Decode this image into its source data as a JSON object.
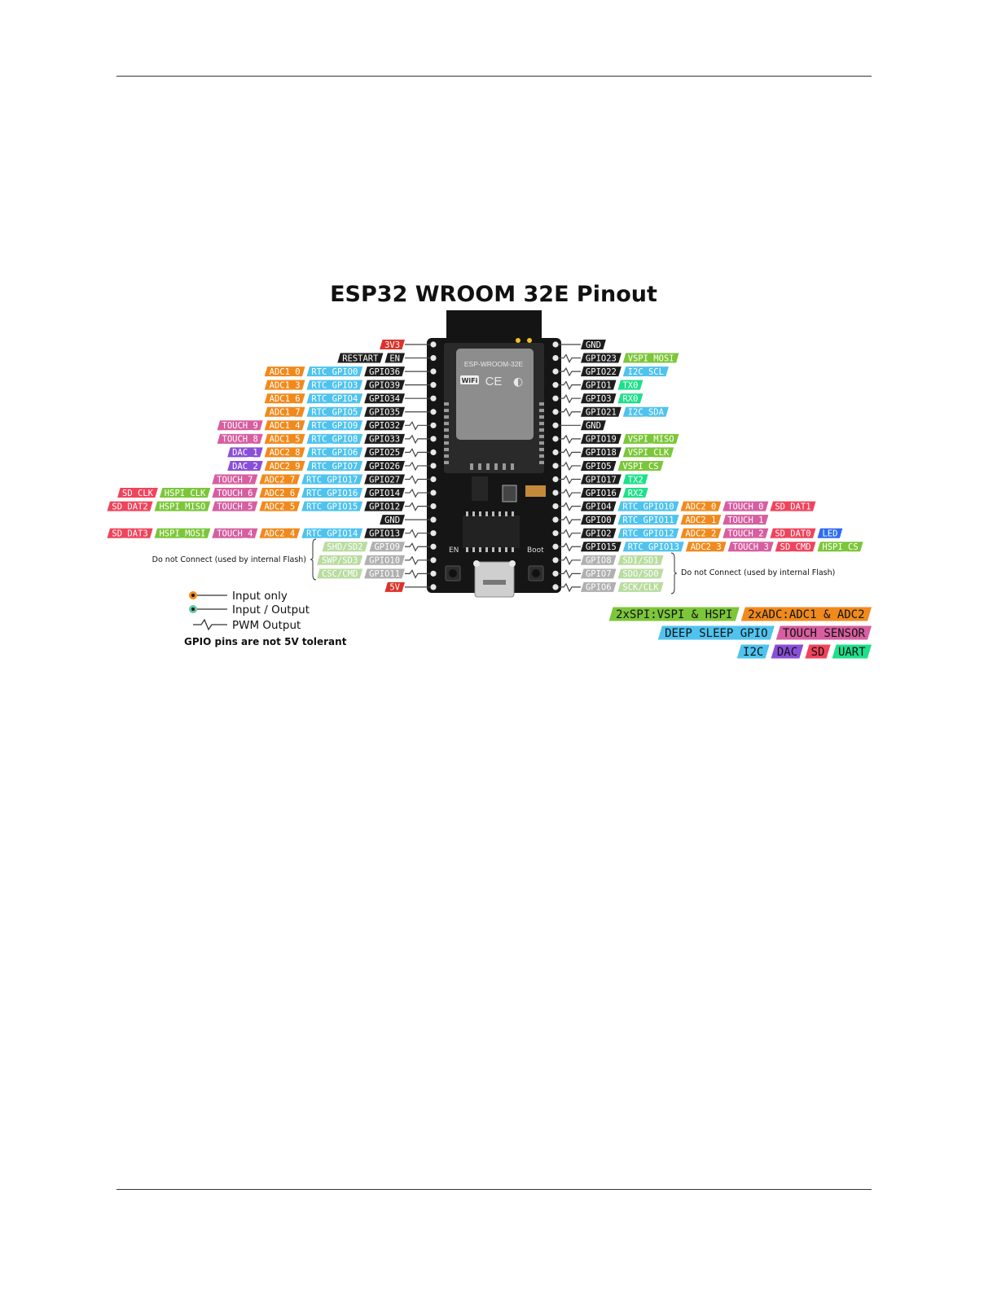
{
  "title": "ESP32 WROOM 32E Pinout",
  "colors": {
    "red": "#d9342b",
    "black": "#1e1e1e",
    "orange": "#f08a1d",
    "cyan": "#4fc3ee",
    "pink": "#d75ea0",
    "purple": "#8a4fd8",
    "green": "#7cc63a",
    "sdred": "#f0445c",
    "uart": "#1ee08a",
    "blue": "#2e6df0",
    "grey": "#b0b0b0",
    "lightgreen": "#b9dca0",
    "pcb": "#151515",
    "shield": "#8d8d8d"
  },
  "board": {
    "module_label": "ESP-WROOM-32E",
    "wifi_label": "WiFi",
    "ce_label": "CE",
    "en_label": "EN",
    "boot_label": "Boot"
  },
  "pins": {
    "left": [
      {
        "io": "none",
        "tags": [
          {
            "t": "3V3",
            "c": "red"
          }
        ]
      },
      {
        "io": "none",
        "tags": [
          {
            "t": "RESTART",
            "c": "black"
          },
          {
            "t": "EN",
            "c": "black"
          }
        ]
      },
      {
        "io": "none",
        "tags": [
          {
            "t": "ADC1_0",
            "c": "orange"
          },
          {
            "t": "RTC_GPIO0",
            "c": "cyan"
          },
          {
            "t": "GPIO36",
            "c": "black"
          }
        ]
      },
      {
        "io": "none",
        "tags": [
          {
            "t": "ADC1_3",
            "c": "orange"
          },
          {
            "t": "RTC_GPIO3",
            "c": "cyan"
          },
          {
            "t": "GPIO39",
            "c": "black"
          }
        ]
      },
      {
        "io": "none",
        "tags": [
          {
            "t": "ADC1_6",
            "c": "orange"
          },
          {
            "t": "RTC_GPIO4",
            "c": "cyan"
          },
          {
            "t": "GPIO34",
            "c": "black"
          }
        ]
      },
      {
        "io": "none",
        "tags": [
          {
            "t": "ADC1_7",
            "c": "orange"
          },
          {
            "t": "RTC_GPIO5",
            "c": "cyan"
          },
          {
            "t": "GPIO35",
            "c": "black"
          }
        ]
      },
      {
        "io": "pwm",
        "tags": [
          {
            "t": "TOUCH_9",
            "c": "pink"
          },
          {
            "t": "ADC1_4",
            "c": "orange"
          },
          {
            "t": "RTC_GPIO9",
            "c": "cyan"
          },
          {
            "t": "GPIO32",
            "c": "black"
          }
        ]
      },
      {
        "io": "pwm",
        "tags": [
          {
            "t": "TOUCH_8",
            "c": "pink"
          },
          {
            "t": "ADC1_5",
            "c": "orange"
          },
          {
            "t": "RTC_GPIO8",
            "c": "cyan"
          },
          {
            "t": "GPIO33",
            "c": "black"
          }
        ]
      },
      {
        "io": "pwm",
        "tags": [
          {
            "t": "DAC_1",
            "c": "purple"
          },
          {
            "t": "ADC2_8",
            "c": "orange"
          },
          {
            "t": "RTC_GPIO6",
            "c": "cyan"
          },
          {
            "t": "GPIO25",
            "c": "black"
          }
        ]
      },
      {
        "io": "pwm",
        "tags": [
          {
            "t": "DAC_2",
            "c": "purple"
          },
          {
            "t": "ADC2_9",
            "c": "orange"
          },
          {
            "t": "RTC_GPIO7",
            "c": "cyan"
          },
          {
            "t": "GPIO26",
            "c": "black"
          }
        ]
      },
      {
        "io": "pwm",
        "tags": [
          {
            "t": "TOUCH_7",
            "c": "pink"
          },
          {
            "t": "ADC2_7",
            "c": "orange"
          },
          {
            "t": "RTC_GPIO17",
            "c": "cyan"
          },
          {
            "t": "GPIO27",
            "c": "black"
          }
        ]
      },
      {
        "io": "pwm",
        "tags": [
          {
            "t": "SD_CLK",
            "c": "sdred"
          },
          {
            "t": "HSPI_CLK",
            "c": "green"
          },
          {
            "t": "TOUCH_6",
            "c": "pink"
          },
          {
            "t": "ADC2_6",
            "c": "orange"
          },
          {
            "t": "RTC_GPIO16",
            "c": "cyan"
          },
          {
            "t": "GPIO14",
            "c": "black"
          }
        ]
      },
      {
        "io": "pwm",
        "tags": [
          {
            "t": "SD_DAT2",
            "c": "sdred"
          },
          {
            "t": "HSPI_MISO",
            "c": "green"
          },
          {
            "t": "TOUCH_5",
            "c": "pink"
          },
          {
            "t": "ADC2_5",
            "c": "orange"
          },
          {
            "t": "RTC_GPIO15",
            "c": "cyan"
          },
          {
            "t": "GPIO12",
            "c": "black"
          }
        ]
      },
      {
        "io": "none",
        "tags": [
          {
            "t": "GND",
            "c": "black"
          }
        ]
      },
      {
        "io": "pwm",
        "tags": [
          {
            "t": "SD_DAT3",
            "c": "sdred"
          },
          {
            "t": "HSPI_MOSI",
            "c": "green"
          },
          {
            "t": "TOUCH_4",
            "c": "pink"
          },
          {
            "t": "ADC2_4",
            "c": "orange"
          },
          {
            "t": "RTC_GPIO14",
            "c": "cyan"
          },
          {
            "t": "GPIO13",
            "c": "black"
          }
        ]
      },
      {
        "io": "pwm",
        "dim": true,
        "tags": [
          {
            "t": "SHD/SD2",
            "c": "lightgreen"
          },
          {
            "t": "GPIO9",
            "c": "grey"
          }
        ]
      },
      {
        "io": "pwm",
        "dim": true,
        "tags": [
          {
            "t": "SWP/SD3",
            "c": "lightgreen"
          },
          {
            "t": "GPIO10",
            "c": "grey"
          }
        ]
      },
      {
        "io": "pwm",
        "dim": true,
        "tags": [
          {
            "t": "CSC/CMD",
            "c": "lightgreen"
          },
          {
            "t": "GPIO11",
            "c": "grey"
          }
        ]
      },
      {
        "io": "none",
        "tags": [
          {
            "t": "5V",
            "c": "red"
          }
        ]
      }
    ],
    "right": [
      {
        "io": "none",
        "tags": [
          {
            "t": "GND",
            "c": "black"
          }
        ]
      },
      {
        "io": "pwm",
        "tags": [
          {
            "t": "GPIO23",
            "c": "black"
          },
          {
            "t": "VSPI_MOSI",
            "c": "green"
          }
        ]
      },
      {
        "io": "pwm",
        "tags": [
          {
            "t": "GPIO22",
            "c": "black"
          },
          {
            "t": "I2C_SCL",
            "c": "cyan"
          }
        ]
      },
      {
        "io": "pwm",
        "tags": [
          {
            "t": "GPIO1",
            "c": "black"
          },
          {
            "t": "TX0",
            "c": "uart"
          }
        ]
      },
      {
        "io": "pwm",
        "tags": [
          {
            "t": "GPIO3",
            "c": "black"
          },
          {
            "t": "RX0",
            "c": "uart"
          }
        ]
      },
      {
        "io": "pwm",
        "tags": [
          {
            "t": "GPIO21",
            "c": "black"
          },
          {
            "t": "I2C_SDA",
            "c": "cyan"
          }
        ]
      },
      {
        "io": "none",
        "tags": [
          {
            "t": "GND",
            "c": "black"
          }
        ]
      },
      {
        "io": "pwm",
        "tags": [
          {
            "t": "GPIO19",
            "c": "black"
          },
          {
            "t": "VSPI_MISO",
            "c": "green"
          }
        ]
      },
      {
        "io": "pwm",
        "tags": [
          {
            "t": "GPIO18",
            "c": "black"
          },
          {
            "t": "VSPI_CLK",
            "c": "green"
          }
        ]
      },
      {
        "io": "pwm",
        "tags": [
          {
            "t": "GPIO5",
            "c": "black"
          },
          {
            "t": "VSPI_CS",
            "c": "green"
          }
        ]
      },
      {
        "io": "pwm",
        "tags": [
          {
            "t": "GPIO17",
            "c": "black"
          },
          {
            "t": "TX2",
            "c": "uart"
          }
        ]
      },
      {
        "io": "pwm",
        "tags": [
          {
            "t": "GPIO16",
            "c": "black"
          },
          {
            "t": "RX2",
            "c": "uart"
          }
        ]
      },
      {
        "io": "pwm",
        "tags": [
          {
            "t": "GPIO4",
            "c": "black"
          },
          {
            "t": "RTC_GPIO10",
            "c": "cyan"
          },
          {
            "t": "ADC2_0",
            "c": "orange"
          },
          {
            "t": "TOUCH_0",
            "c": "pink"
          },
          {
            "t": "SD_DAT1",
            "c": "sdred"
          }
        ]
      },
      {
        "io": "pwm",
        "tags": [
          {
            "t": "GPIO0",
            "c": "black"
          },
          {
            "t": "RTC_GPIO11",
            "c": "cyan"
          },
          {
            "t": "ADC2_1",
            "c": "orange"
          },
          {
            "t": "TOUCH_1",
            "c": "pink"
          }
        ]
      },
      {
        "io": "pwm",
        "tags": [
          {
            "t": "GPIO2",
            "c": "black"
          },
          {
            "t": "RTC_GPIO12",
            "c": "cyan"
          },
          {
            "t": "ADC2_2",
            "c": "orange"
          },
          {
            "t": "TOUCH_2",
            "c": "pink"
          },
          {
            "t": "SD_DAT0",
            "c": "sdred"
          },
          {
            "t": "LED",
            "c": "blue"
          }
        ]
      },
      {
        "io": "pwm",
        "tags": [
          {
            "t": "GPIO15",
            "c": "black"
          },
          {
            "t": "RTC_GPIO13",
            "c": "cyan"
          },
          {
            "t": "ADC2_3",
            "c": "orange"
          },
          {
            "t": "TOUCH_3",
            "c": "pink"
          },
          {
            "t": "SD_CMD",
            "c": "sdred"
          },
          {
            "t": "HSPI_CS",
            "c": "green"
          }
        ]
      },
      {
        "io": "pwm",
        "dim": true,
        "tags": [
          {
            "t": "GPIO8",
            "c": "grey"
          },
          {
            "t": "SDI/SD1",
            "c": "lightgreen"
          }
        ]
      },
      {
        "io": "pwm",
        "dim": true,
        "tags": [
          {
            "t": "GPIO7",
            "c": "grey"
          },
          {
            "t": "SDO/SD0",
            "c": "lightgreen"
          }
        ]
      },
      {
        "io": "pwm",
        "dim": true,
        "tags": [
          {
            "t": "GPIO6",
            "c": "grey"
          },
          {
            "t": "SCK/CLK",
            "c": "lightgreen"
          }
        ]
      }
    ]
  },
  "notes": {
    "left_flash": "Do not Connect (used by internal Flash)",
    "right_flash": "Do not Connect (used by internal Flash)"
  },
  "legend": {
    "input_only": "Input only",
    "input_output": "Input / Output",
    "pwm_output": "PWM Output",
    "warning": "GPIO pins are not 5V tolerant"
  },
  "categories": [
    [
      {
        "t": "2xSPI:VSPI & HSPI",
        "c": "green"
      },
      {
        "t": "2xADC:ADC1 & ADC2",
        "c": "orange"
      }
    ],
    [
      {
        "t": "DEEP SLEEP GPIO",
        "c": "cyan"
      },
      {
        "t": "TOUCH SENSOR",
        "c": "pink"
      }
    ],
    [
      {
        "t": "I2C",
        "c": "cyan"
      },
      {
        "t": "DAC",
        "c": "purple"
      },
      {
        "t": "SD",
        "c": "sdred"
      },
      {
        "t": "UART",
        "c": "uart"
      }
    ]
  ]
}
